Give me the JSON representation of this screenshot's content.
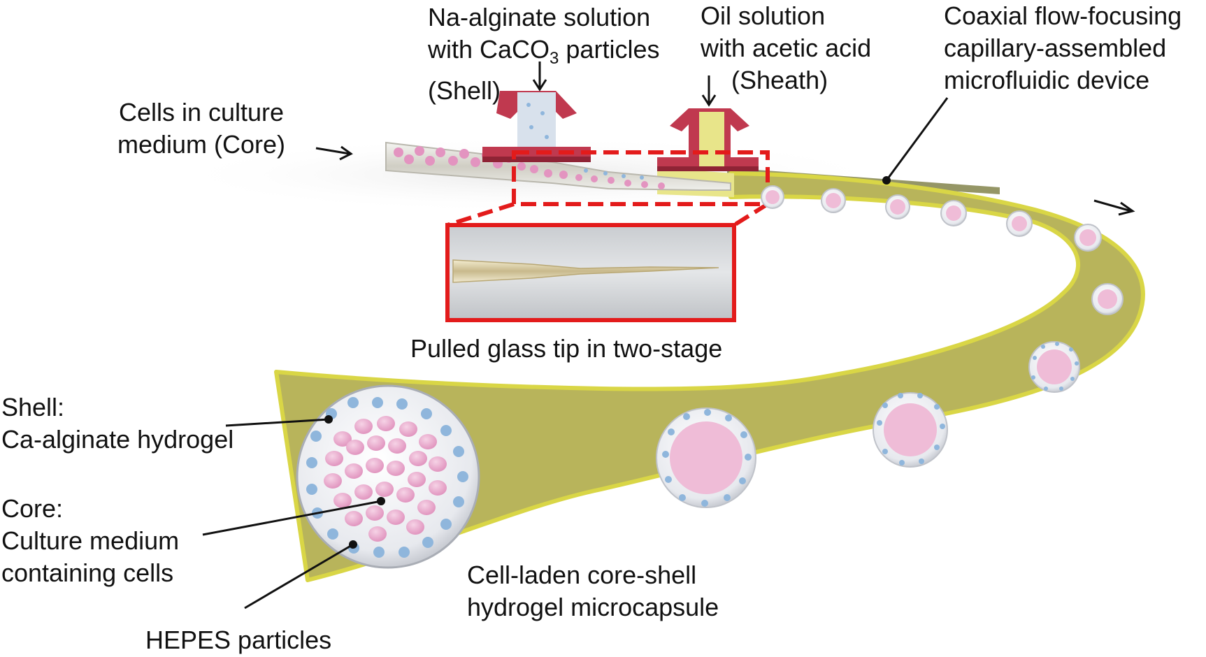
{
  "colors": {
    "channel": "#b7b35a",
    "channel_edge": "#d9d646",
    "channel_dark": "#8f8e46",
    "connector": "#c0394f",
    "connector_dark": "#8f2335",
    "sheath_fluid": "#e8e58a",
    "highlight_box": "#e31b1b",
    "shell": "#eef0f3",
    "shell_particles": "#8fb6dc",
    "cells": "#e9a9c9",
    "cells_dark": "#d277a8",
    "glass": "#d9d7cf",
    "leader_line": "#111111"
  },
  "icons": {
    "core_inlet_arrow": "right-arrow-icon",
    "shell_inlet_arrow": "down-arrow-icon",
    "sheath_inlet_arrow": "down-arrow-icon",
    "outlet_arrow": "right-arrow-icon"
  },
  "labels": {
    "shell_inlet": {
      "line1": "Na-alginate solution",
      "line2_prefix": "with CaCO",
      "line2_sub": "3",
      "line2_suffix": " particles",
      "line3": "(Shell)"
    },
    "sheath_inlet": {
      "line1": "Oil solution",
      "line2": "with acetic acid",
      "line3": "(Sheath)"
    },
    "device": {
      "line1": "Coaxial flow-focusing",
      "line2": "capillary-assembled",
      "line3": "microfluidic device"
    },
    "core_inlet": {
      "line1": "Cells in culture",
      "line2": "medium (Core)"
    },
    "glass_tip": "Pulled glass tip in two-stage",
    "shell_legend": {
      "line1": "Shell:",
      "line2": "Ca-alginate hydrogel"
    },
    "core_legend": {
      "line1": "Core:",
      "line2": "Culture medium",
      "line3": "containing cells"
    },
    "hepes": "HEPES particles",
    "microcapsule": {
      "line1": "Cell-laden core-shell",
      "line2": "hydrogel microcapsule"
    }
  }
}
